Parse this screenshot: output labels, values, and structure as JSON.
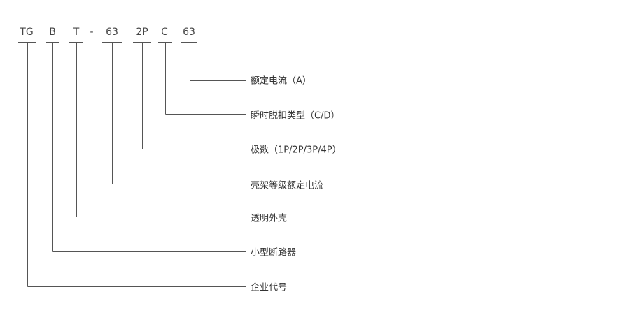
{
  "segments": [
    {
      "code": "TG",
      "label": "企业代号"
    },
    {
      "code": "B",
      "label": "小型断路器"
    },
    {
      "code": "T",
      "label": "透明外壳"
    },
    {
      "code": "63",
      "label": "壳架等级额定电流"
    },
    {
      "code": "2P",
      "label": "极数（1P/2P/3P/4P）"
    },
    {
      "code": "C",
      "label": "瞬时脱扣类型（C/D）"
    },
    {
      "code": "63",
      "label": "额定电流（A）"
    }
  ],
  "separator": "-",
  "line_color": "#555555"
}
